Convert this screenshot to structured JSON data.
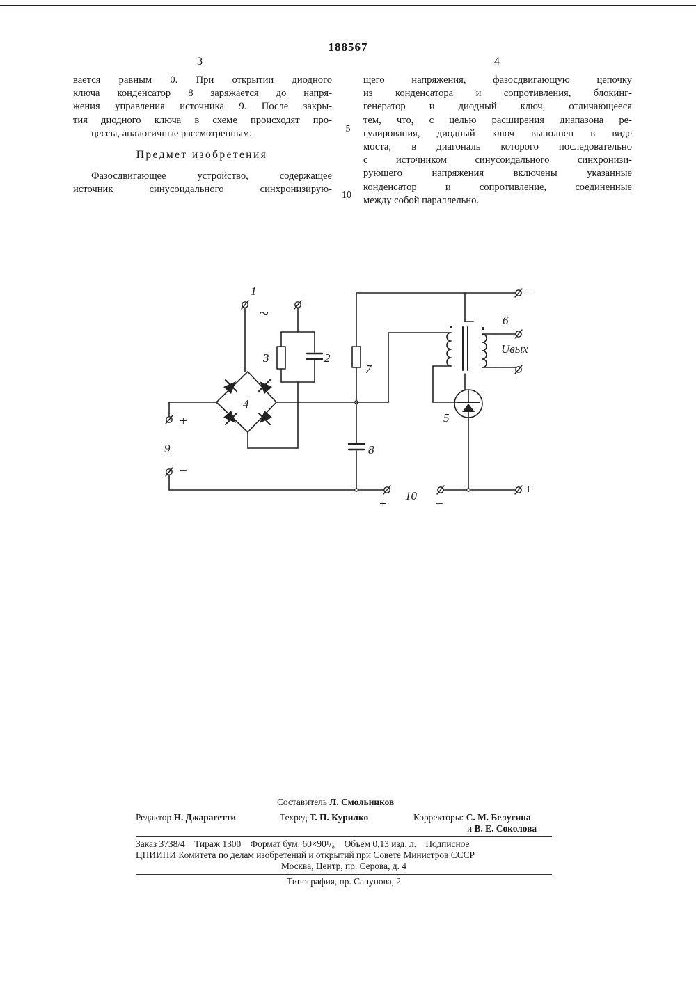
{
  "header": {
    "doc_number": "188567",
    "page_left": "3",
    "page_right": "4"
  },
  "left_column": {
    "para1_lines": [
      "вается равным 0. При открытии диодного",
      "ключа конденсатор 8 заряжается до напря-",
      "жения управления источника 9. После закры-",
      "тия диодного ключа в схеме происходят про-",
      "цессы, аналогичные рассмотренным."
    ],
    "heading": "Предмет изобретения",
    "para2_lines": [
      "Фазосдвигающее устройство, содержащее",
      "источник синусоидального синхронизирую-"
    ]
  },
  "line_numbers": [
    "5",
    "10"
  ],
  "right_column": {
    "lines": [
      "щего напряжения, фазосдвигающую цепочку",
      "из конденсатора и сопротивления, блокинг-",
      "генератор и диодный ключ, отличающееся",
      "тем, что, с целью расширения диапазона ре-",
      "гулирования, диодный ключ выполнен в виде",
      "моста, в диагональ которого последовательно",
      "с источником синусоидального синхронизи-",
      "рующего напряжения включены указанные",
      "конденсатор и сопротивление, соединенные",
      "между собой параллельно."
    ]
  },
  "diagram": {
    "labels": {
      "l1": "1",
      "tilde": "~",
      "l2": "2",
      "l3": "3",
      "l4": "4",
      "l5": "5",
      "l6": "6",
      "l7": "7",
      "l8": "8",
      "l9": "9",
      "l10": "10",
      "uvyx": "Uвых",
      "plus_left": "+",
      "minus_left": "−",
      "minus_top": "−",
      "plus_bottom_left": "+",
      "minus_bottom": "−",
      "plus_bottom_right": "+"
    }
  },
  "imprint": {
    "compiler_label": "Составитель",
    "compiler_name": "Л. Смольников",
    "editor_label": "Редактор",
    "editor_name": "Н. Джарагетти",
    "techred_label": "Техред",
    "techred_name": "Т. П. Курилко",
    "correctors_label": "Корректоры:",
    "corrector1": "С. М. Белугина",
    "corrector2_prefix": "и",
    "corrector2": "В. Е. Соколова",
    "order_line": "Заказ 3738/4    Тираж 1300    Формат бум. 60×90¹/₈    Объем 0,13 изд. л.    Подписное",
    "org_line": "ЦНИИПИ Комитета по делам изобретений и открытий при Совете Министров СССР",
    "address_line": "Москва, Центр, пр. Серова, д. 4",
    "printer_line": "Типография, пр. Сапунова, 2"
  }
}
